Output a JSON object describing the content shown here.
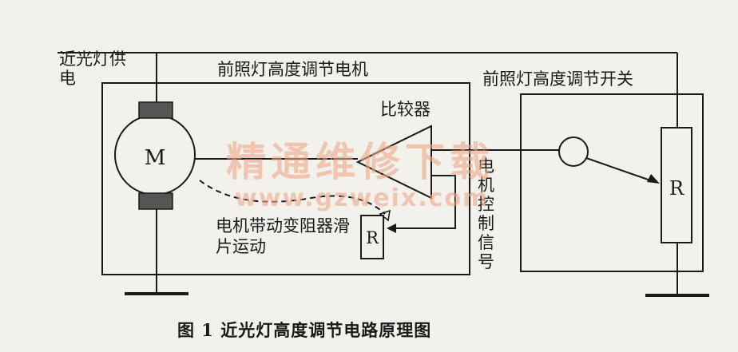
{
  "labels": {
    "supply": "近光灯供电",
    "motor_box": "前照灯高度调节电机",
    "switch_box": "前照灯高度调节开关",
    "comparator": "比较器",
    "motor_symbol": "M",
    "inner_resistor": "R",
    "switch_resistor": "R",
    "control_signal": "电机控制信号",
    "slider_note": "电机带动变阻器滑片运动"
  },
  "caption": "图 1   近光灯高度调节电路原理图",
  "watermark": {
    "chinese": "精通维修下载",
    "url": "www.gzweix.com"
  },
  "colors": {
    "line": "#1a1a1a",
    "brush": "#555555",
    "watermark": "#eea887"
  }
}
